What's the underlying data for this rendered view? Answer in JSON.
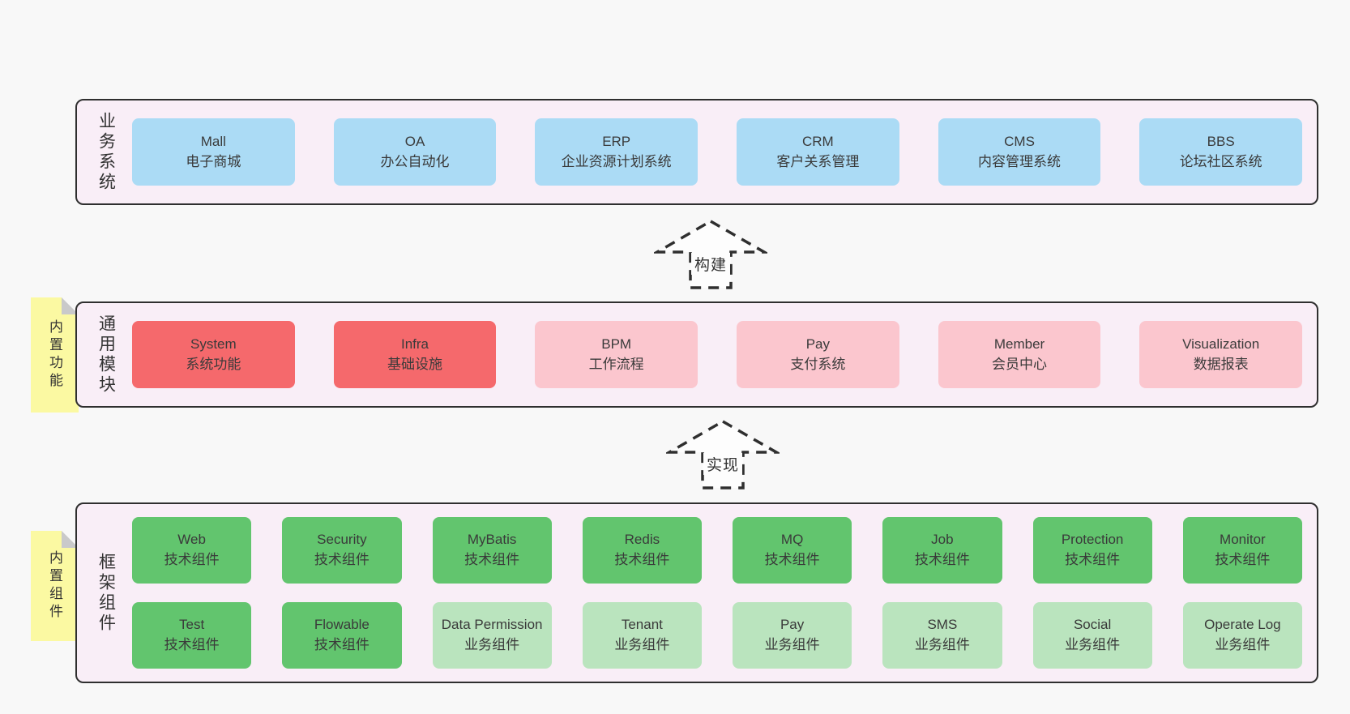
{
  "diagram": {
    "palette": {
      "pageBg": "#f8f8f8",
      "bandBg": "#f9eef7",
      "line": "#2f2f2f",
      "ink": "#3a3a3a",
      "blue": "#abdbf5",
      "red": "#f5696c",
      "pink": "#fbc6ce",
      "green": "#62c56e",
      "greenLight": "#bae4be",
      "sticky": "#fbf9a2",
      "fold": "#c9c9ca",
      "arrowFill": "#fdfdfd"
    },
    "stickies": [
      {
        "label": "内置功能"
      },
      {
        "label": "内置组件"
      }
    ],
    "arrows": [
      {
        "label": "构建"
      },
      {
        "label": "实现"
      }
    ],
    "bands": [
      {
        "label": "业务系统",
        "boxes": [
          {
            "name": "Mall",
            "desc": "电子商城",
            "type": "blue"
          },
          {
            "name": "OA",
            "desc": "办公自动化",
            "type": "blue"
          },
          {
            "name": "ERP",
            "desc": "企业资源计划系统",
            "type": "blue"
          },
          {
            "name": "CRM",
            "desc": "客户关系管理",
            "type": "blue"
          },
          {
            "name": "CMS",
            "desc": "内容管理系统",
            "type": "blue"
          },
          {
            "name": "BBS",
            "desc": "论坛社区系统",
            "type": "blue"
          }
        ]
      },
      {
        "label": "通用模块",
        "boxes": [
          {
            "name": "System",
            "desc": "系统功能",
            "type": "red"
          },
          {
            "name": "Infra",
            "desc": "基础设施",
            "type": "red"
          },
          {
            "name": "BPM",
            "desc": "工作流程",
            "type": "pink"
          },
          {
            "name": "Pay",
            "desc": "支付系统",
            "type": "pink"
          },
          {
            "name": "Member",
            "desc": "会员中心",
            "type": "pink"
          },
          {
            "name": "Visualization",
            "desc": "数据报表",
            "type": "pink"
          }
        ]
      },
      {
        "label": "框架组件",
        "rows": [
          [
            {
              "name": "Web",
              "desc": "技术组件",
              "type": "green"
            },
            {
              "name": "Security",
              "desc": "技术组件",
              "type": "green"
            },
            {
              "name": "MyBatis",
              "desc": "技术组件",
              "type": "green"
            },
            {
              "name": "Redis",
              "desc": "技术组件",
              "type": "green"
            },
            {
              "name": "MQ",
              "desc": "技术组件",
              "type": "green"
            },
            {
              "name": "Job",
              "desc": "技术组件",
              "type": "green"
            },
            {
              "name": "Protection",
              "desc": "技术组件",
              "type": "green"
            },
            {
              "name": "Monitor",
              "desc": "技术组件",
              "type": "green"
            }
          ],
          [
            {
              "name": "Test",
              "desc": "技术组件",
              "type": "green"
            },
            {
              "name": "Flowable",
              "desc": "技术组件",
              "type": "green"
            },
            {
              "name": "Data Permission",
              "desc": "业务组件",
              "type": "greenlight"
            },
            {
              "name": "Tenant",
              "desc": "业务组件",
              "type": "greenlight"
            },
            {
              "name": "Pay",
              "desc": "业务组件",
              "type": "greenlight"
            },
            {
              "name": "SMS",
              "desc": "业务组件",
              "type": "greenlight"
            },
            {
              "name": "Social",
              "desc": "业务组件",
              "type": "greenlight"
            },
            {
              "name": "Operate Log",
              "desc": "业务组件",
              "type": "greenlight"
            }
          ]
        ]
      }
    ]
  }
}
